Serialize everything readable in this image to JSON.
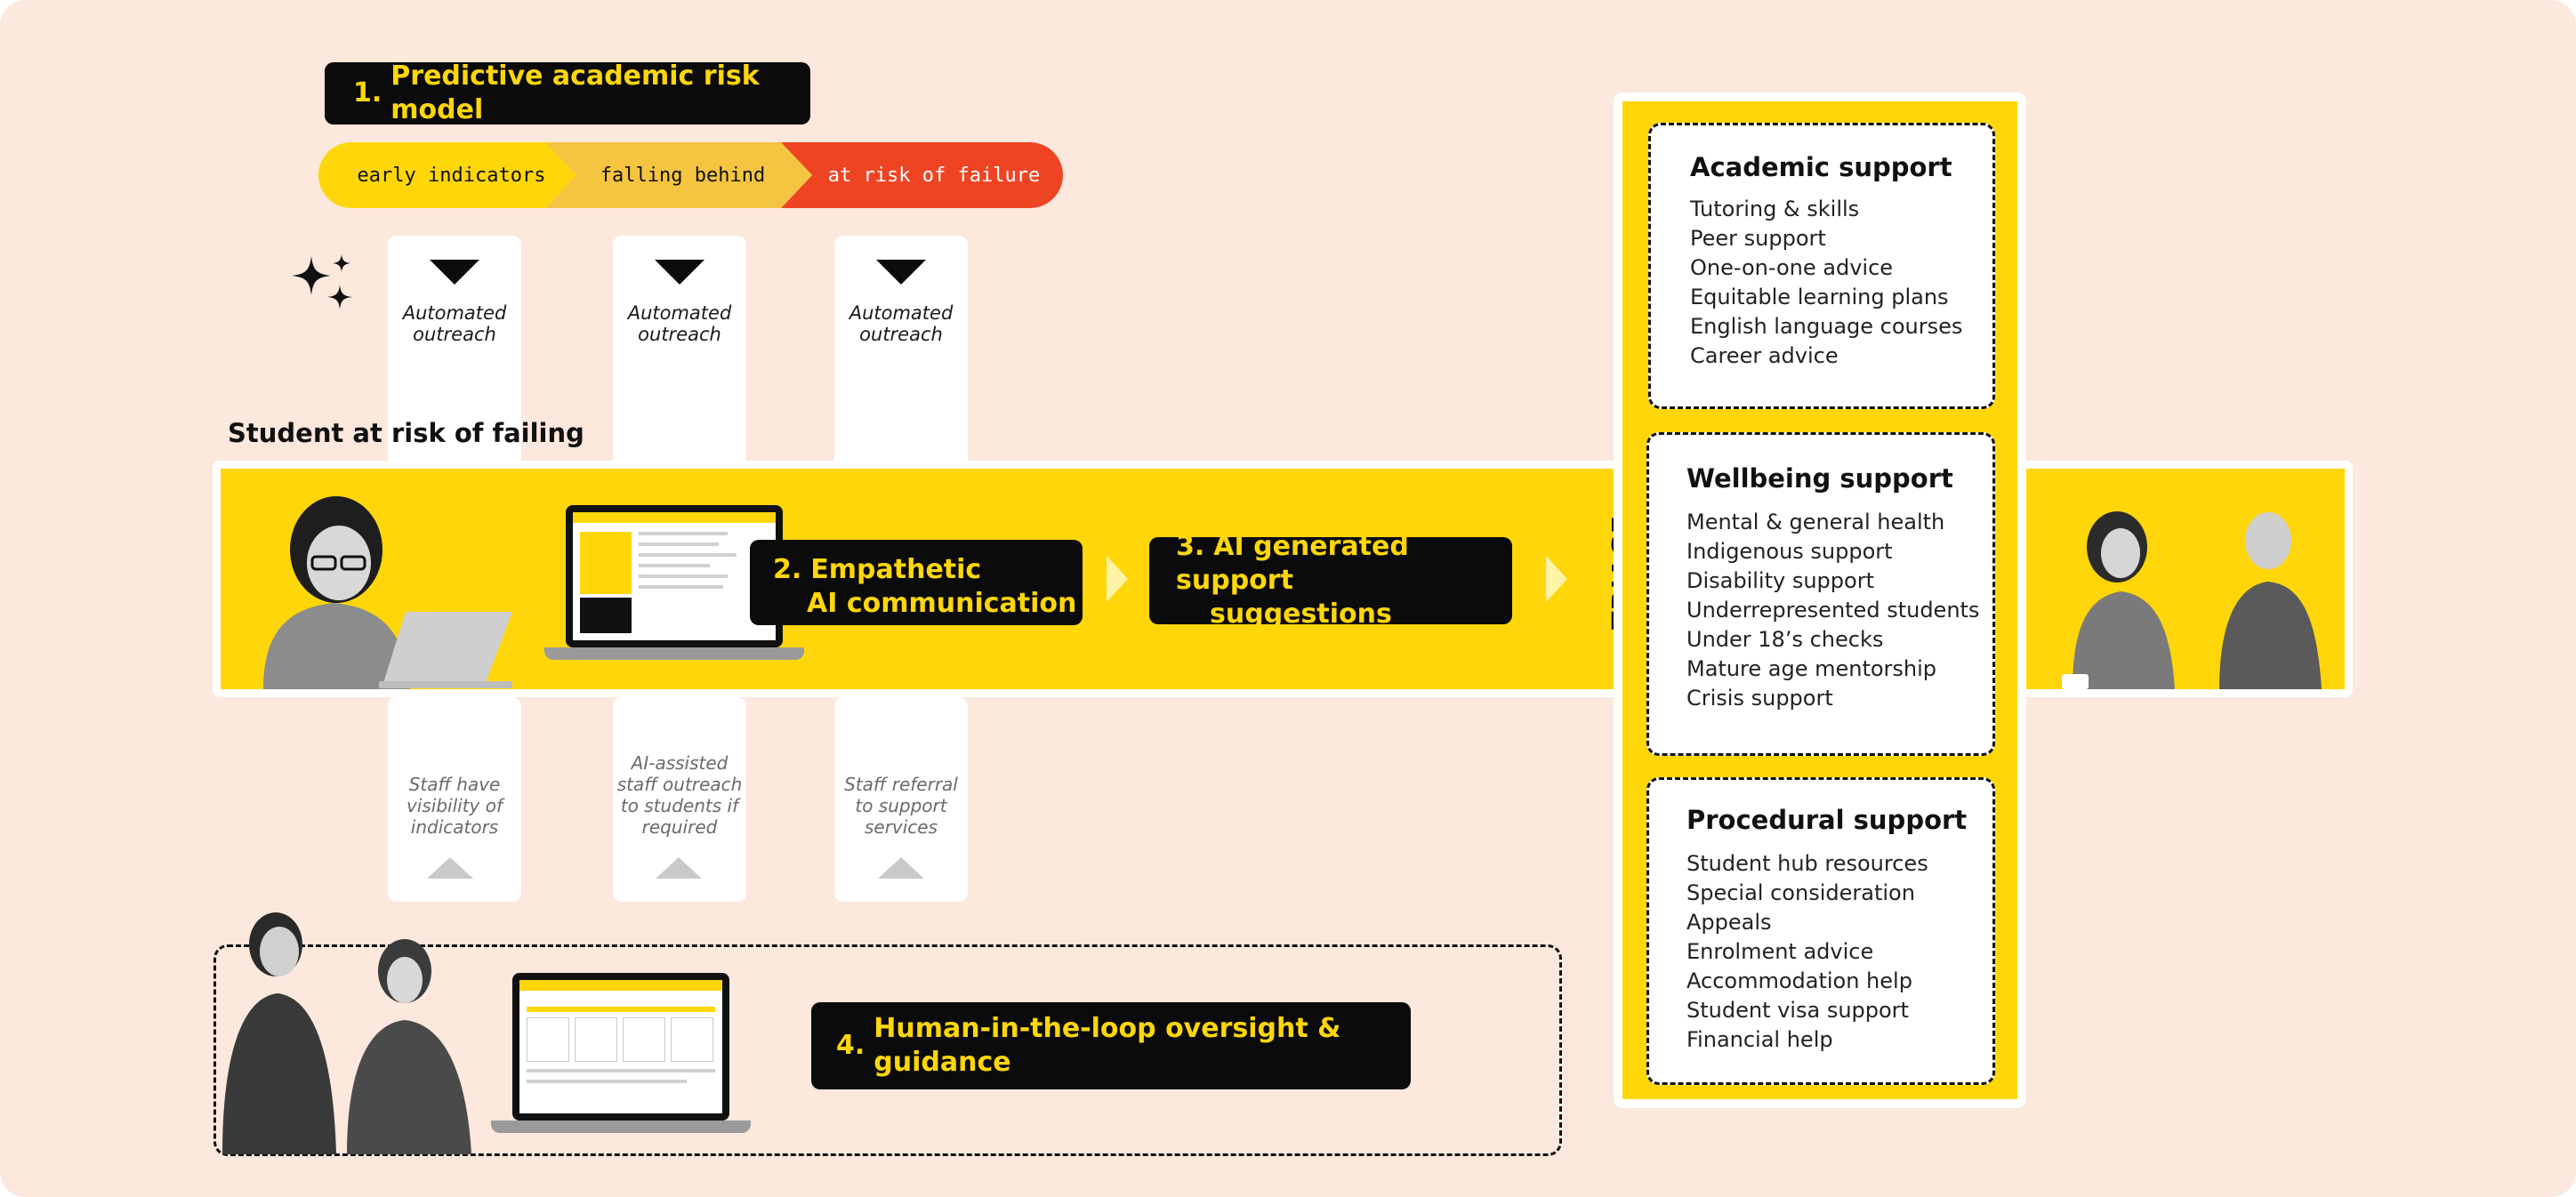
{
  "steps": {
    "one": {
      "num": "1.",
      "label": "Predictive academic risk model"
    },
    "two": {
      "num": "2.",
      "line1": "Empathetic",
      "line2": "AI communication"
    },
    "three": {
      "num": "3.",
      "line1": "AI generated support",
      "line2": "suggestions"
    },
    "four": {
      "num": "4.",
      "label": "Human-in-the-loop oversight & guidance"
    }
  },
  "risk_stages": [
    "early indicators",
    "falling behind",
    "at risk of failure"
  ],
  "outreach": [
    "Automated\noutreach",
    "Automated\noutreach",
    "Automated\noutreach"
  ],
  "staff": [
    "Staff have\nvisibility of\nindicators",
    "AI-assisted\nstaff outreach\nto students if\nrequired",
    "Staff referral\nto support\nservices"
  ],
  "student_label": "Student at risk of failing",
  "triage_label": "TRIAGE",
  "support_panels": [
    {
      "title": "Academic support",
      "items": [
        "Tutoring & skills",
        "Peer support",
        "One-on-one advice",
        "Equitable learning plans",
        "English language courses",
        "Career advice"
      ]
    },
    {
      "title": "Wellbeing support",
      "items": [
        "Mental & general health",
        "Indigenous support",
        "Disability support",
        "Underrepresented students",
        "Under 18’s checks",
        "Mature age mentorship",
        "Crisis support"
      ]
    },
    {
      "title": "Procedural support",
      "items": [
        "Student hub resources",
        "Special consideration",
        "Appeals",
        "Enrolment advice",
        "Accommodation help",
        "Student visa support",
        "Financial help"
      ]
    }
  ],
  "colors": {
    "background": "#fce8dd",
    "accent_yellow": "#ffd60a",
    "stage_mid": "#f5c542",
    "stage_red": "#ef4423",
    "black": "#0b0b0b"
  },
  "icons": [
    "sparkle-icon",
    "down-arrow-icon",
    "up-arrow-icon",
    "chevron-right-icon"
  ]
}
